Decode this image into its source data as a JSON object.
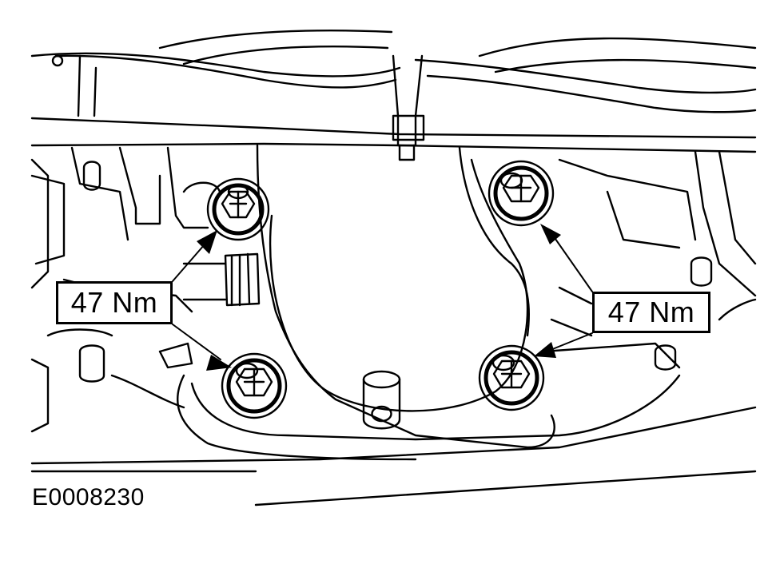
{
  "figure": {
    "id": "E0008230"
  },
  "callouts": {
    "left": {
      "label": "47 Nm"
    },
    "right": {
      "label": "47 Nm"
    }
  },
  "colors": {
    "line": "#000000",
    "background": "#ffffff",
    "shade": "#9a9a9a"
  }
}
